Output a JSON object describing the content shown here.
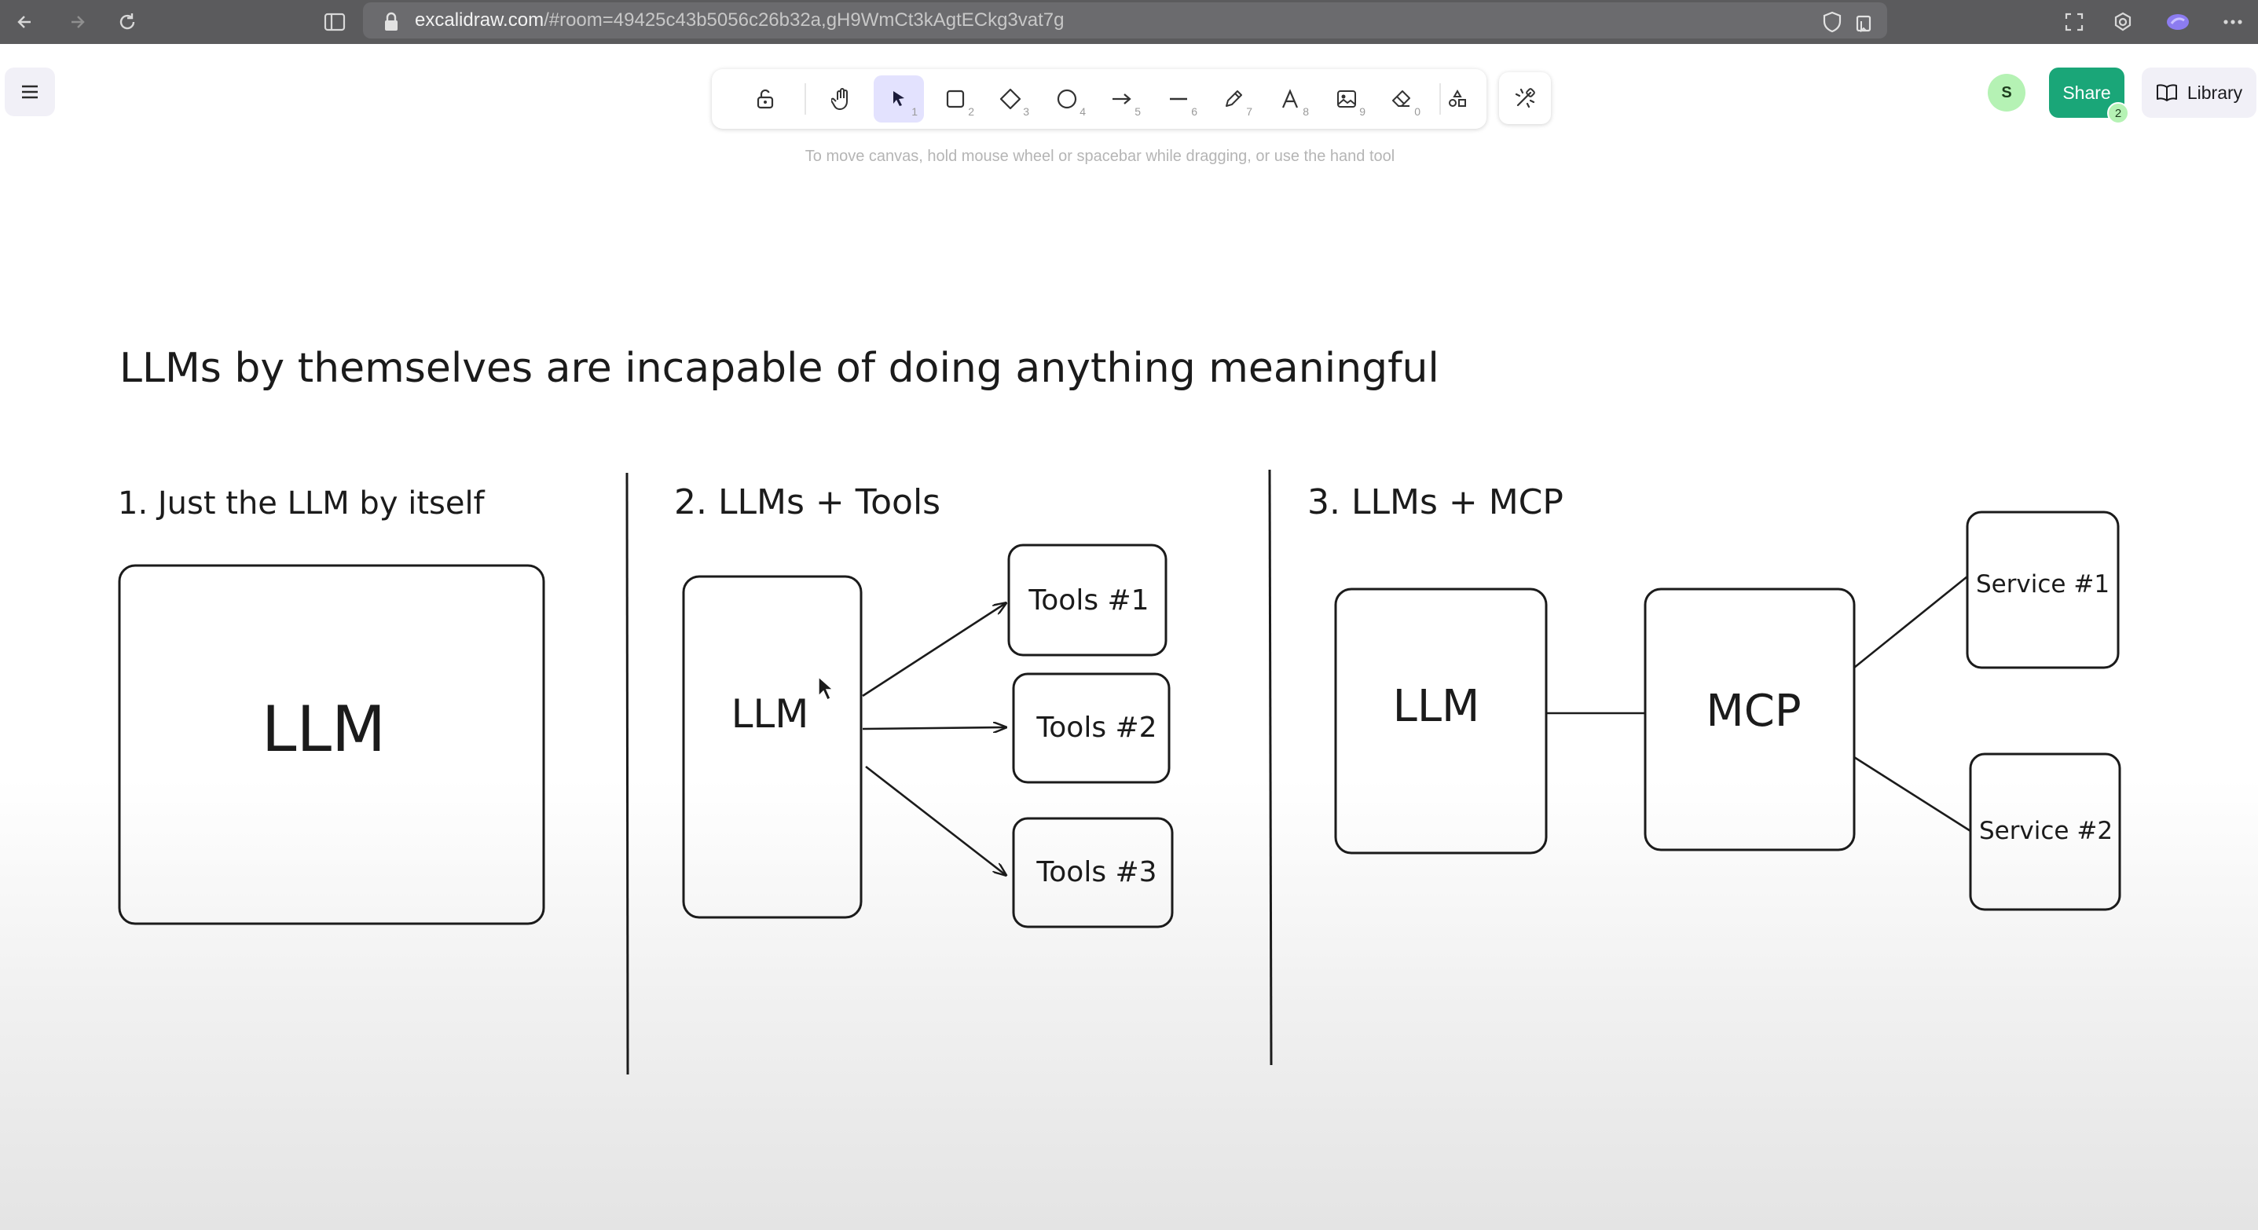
{
  "browser": {
    "url_host": "excalidraw.com",
    "url_rest": "/#room=49425c43b5056c26b32a,gH9WmCt3kAgtECkg3vat7g"
  },
  "toolbar": {
    "tools": [
      {
        "name": "lock",
        "key": ""
      },
      {
        "name": "hand",
        "key": ""
      },
      {
        "name": "selection",
        "key": "1"
      },
      {
        "name": "rectangle",
        "key": "2"
      },
      {
        "name": "diamond",
        "key": "3"
      },
      {
        "name": "ellipse",
        "key": "4"
      },
      {
        "name": "arrow",
        "key": "5"
      },
      {
        "name": "line",
        "key": "6"
      },
      {
        "name": "draw",
        "key": "7"
      },
      {
        "name": "text",
        "key": "8"
      },
      {
        "name": "image",
        "key": "9"
      },
      {
        "name": "eraser",
        "key": "0"
      },
      {
        "name": "more-tools",
        "key": ""
      }
    ],
    "hint": "To move canvas, hold mouse wheel or spacebar while dragging, or use the hand tool"
  },
  "header_right": {
    "avatar_initial": "S",
    "share_label": "Share",
    "share_count": "2",
    "library_label": "Library"
  },
  "diagram": {
    "title": "LLMs by themselves are incapable of doing anything meaningful",
    "section1": {
      "heading": "1. Just the LLM by itself",
      "llm_label": "LLM"
    },
    "section2": {
      "heading": "2. LLMs + Tools",
      "llm_label": "LLM",
      "tools": [
        "Tools #1",
        "Tools #2",
        "Tools #3"
      ]
    },
    "section3": {
      "heading": "3. LLMs + MCP",
      "llm_label": "LLM",
      "mcp_label": "MCP",
      "services": [
        "Service #1",
        "Service #2"
      ]
    }
  }
}
